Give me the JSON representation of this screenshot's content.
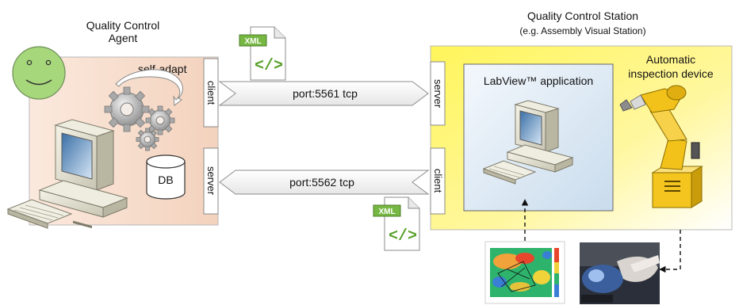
{
  "agent": {
    "title_line1": "Quality Control",
    "title_line2": "Agent",
    "self_adapt": "self-adapt",
    "db": "DB",
    "client_port": "client",
    "server_port": "server"
  },
  "station": {
    "title": "Quality Control Station",
    "subtitle": "(e.g. Assembly Visual Station)",
    "server_port": "server",
    "client_port": "client",
    "app_label": "LabView™  application",
    "device_line1": "Automatic",
    "device_line2": "inspection device"
  },
  "links": {
    "outgoing": "port:5561 tcp",
    "incoming": "port:5562 tcp"
  },
  "icons": {
    "xml_tag": "XML",
    "xml_code": "</>"
  },
  "colors": {
    "agent_panel": "#f6dccb",
    "station_panel": "#fff23a",
    "app_panel": "#dbe8f3",
    "smiley": "#a6d77b",
    "robot": "#f2c21a"
  }
}
